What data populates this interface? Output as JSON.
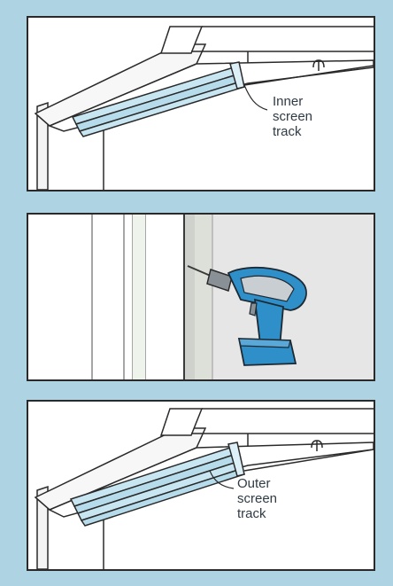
{
  "colors": {
    "background_blue": "#aed3e3",
    "panel_outline": "#2a2a2a",
    "track_blue": "#c8e6f2",
    "drill_blue": "#2f8fc9",
    "drill_grey": "#8a9196",
    "wall_grey": "#e6e6e6"
  },
  "panels": {
    "top": {
      "callout": [
        "Inner",
        "screen",
        "track"
      ]
    },
    "middle": {
      "icon": "cordless-drill-icon"
    },
    "bottom": {
      "callout": [
        "Outer",
        "screen",
        "track"
      ]
    }
  }
}
